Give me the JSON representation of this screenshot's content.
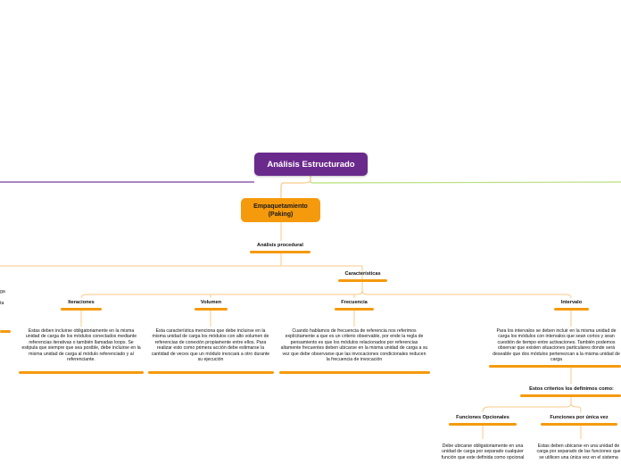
{
  "root": {
    "label": "Análisis Estructurado"
  },
  "main": {
    "label": "Empaquetamiento (Paking)"
  },
  "procedural": {
    "label": "Análisis procedural"
  },
  "caracteristicas": {
    "label": "Características"
  },
  "items": [
    {
      "title": "Iteraciones",
      "text": "Estas deben incluirse obligatoriamente en la misma unidad de carga de los módulos conectados mediante referencias iterativas o también llamadas loops. Se estipula que siempre que sea posible, debe incluirse en la misma unidad de carga al módulo referenciado y al referenciante."
    },
    {
      "title": "Volumen",
      "text": "Esta característica menciona que debe incluirse en la misma unidad de carga los módulos con alto volumen de referencias de conexión propiamente entre ellos. Para realizar esto como primera acción debe estimarse la cantidad de veces que un módulo invocará a otro durante su ejecución"
    },
    {
      "title": "Frecuencia",
      "text": "Cuando hablamos de frecuencia de referencia nos referimos explícitamente a que es un criterio observable, por ende la regla de pensamiento es que los módulos relacionados por referencias altamente frecuentes deben ubicarse en la misma unidad de carga a su vez que debe observarse que las invocaciones condicionales reducen la frecuencia de invocación"
    },
    {
      "title": "Intervalo",
      "text": "Para los intervalos se deben incluir en la misma unidad de carga los módulos con intervalos que sean cortos y sean cuestión de tiempo entre activaciones. También podemos observar que existen situaciones particulares donde será deseable que dos módulos pertenezcan a la misma unidad de carga"
    }
  ],
  "criterios": {
    "label": "Estos criterios los definimos como:"
  },
  "funciones": [
    {
      "title": "Funciones Opcionales",
      "text": "Debe ubicarse obligatoriamente en una unidad de carga por separado cualquier función que este definida como opcional"
    },
    {
      "title": "Funciones por única vez",
      "text": "Estas deben ubicarse en una unidad de carga por separado de las funciones que se utilicen una única vez en el sistema"
    }
  ],
  "left_fragments": [
    "ga",
    "ta"
  ],
  "colors": {
    "root": "#6a2a8c",
    "accent": "#f59a0c",
    "branch_left": "#7b3fa0",
    "branch_right": "#b6e07a",
    "connector": "#f8c98a"
  }
}
